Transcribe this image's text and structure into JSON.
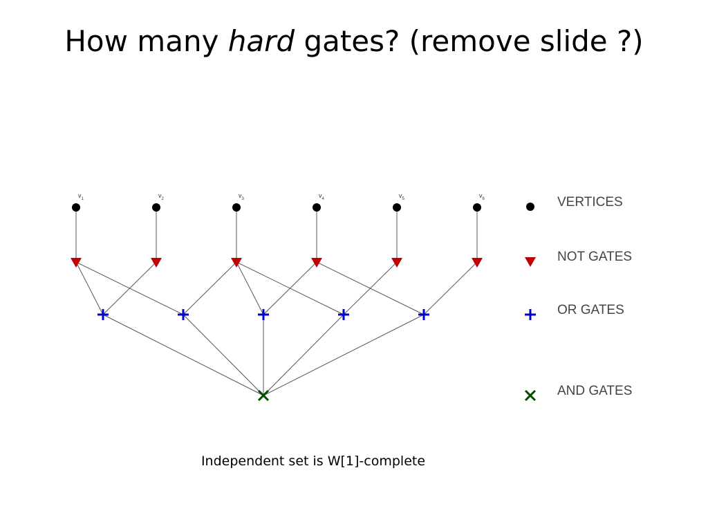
{
  "slide": {
    "title_prefix": "How many ",
    "title_emphasis": "hard",
    "title_suffix": " gates? (remove slide ?)",
    "caption": "Independent set is W[1]-complete"
  },
  "diagram": {
    "vertices": [
      {
        "id": "v1",
        "label": "v",
        "subscript": "1"
      },
      {
        "id": "v2",
        "label": "v",
        "subscript": "2"
      },
      {
        "id": "v3",
        "label": "v",
        "subscript": "3"
      },
      {
        "id": "v4",
        "label": "v",
        "subscript": "4"
      },
      {
        "id": "v5",
        "label": "v",
        "subscript": "5"
      },
      {
        "id": "v6",
        "label": "v",
        "subscript": "6"
      }
    ],
    "or_gate_inputs": [
      [
        "v1",
        "v2"
      ],
      [
        "v1",
        "v3"
      ],
      [
        "v3",
        "v4"
      ],
      [
        "v3",
        "v5"
      ],
      [
        "v4",
        "v6"
      ]
    ],
    "and_gate_inputs": [
      "or1",
      "or2",
      "or3",
      "or4",
      "or5"
    ],
    "legend": [
      {
        "symbol": "vertex",
        "label": "VERTICES"
      },
      {
        "symbol": "not-gate",
        "label": "NOT GATES"
      },
      {
        "symbol": "or-gate",
        "label": "OR GATES"
      },
      {
        "symbol": "and-gate",
        "label": "AND GATES"
      }
    ],
    "colors": {
      "vertex": "#000000",
      "not_gate": "#c00000",
      "or_gate": "#0000cc",
      "and_gate": "#004d00",
      "edge": "#555555",
      "legend_text": "#444444"
    }
  }
}
